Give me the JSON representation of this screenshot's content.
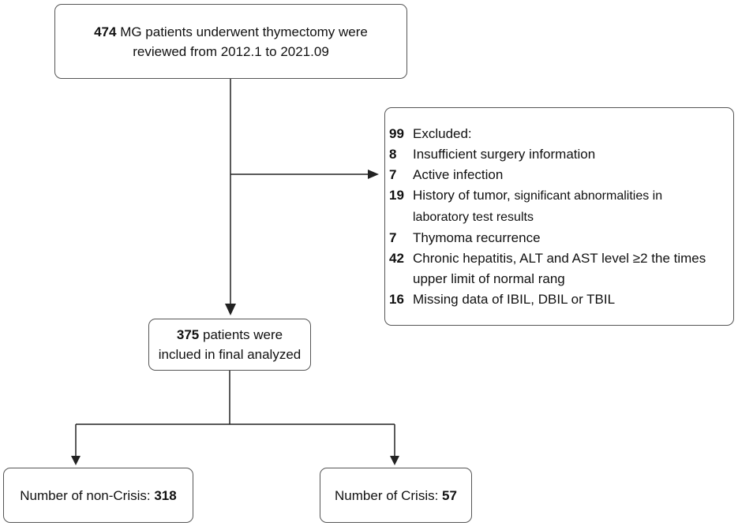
{
  "top_box": {
    "count": "474",
    "line1_rest": " MG patients underwent thymectomy were",
    "line2": "reviewed from 2012.1 to 2021.09"
  },
  "exclusion": {
    "header_count": "99",
    "header_label": "Excluded:",
    "items": [
      {
        "count": "8",
        "label": "Insufficient surgery information"
      },
      {
        "count": "7",
        "label": "Active infection"
      },
      {
        "count": "19",
        "label": "History of tumor, ",
        "label_small": "significant abnormalities in",
        "label_cont": "laboratory test results"
      },
      {
        "count": "7",
        "label": "Thymoma recurrence"
      },
      {
        "count": "42",
        "label": "Chronic hepatitis, ALT and AST level ≥2 the times",
        "label_cont": "upper limit of normal rang"
      },
      {
        "count": "16",
        "label": "Missing data of IBIL, DBIL or TBIL"
      }
    ]
  },
  "final_box": {
    "count": "375",
    "line1_rest": " patients were",
    "line2": "inclued in final analyzed"
  },
  "noncrisis_box": {
    "label": "Number of non-Crisis: ",
    "count": "318"
  },
  "crisis_box": {
    "label": "Number of Crisis: ",
    "count": "57"
  }
}
